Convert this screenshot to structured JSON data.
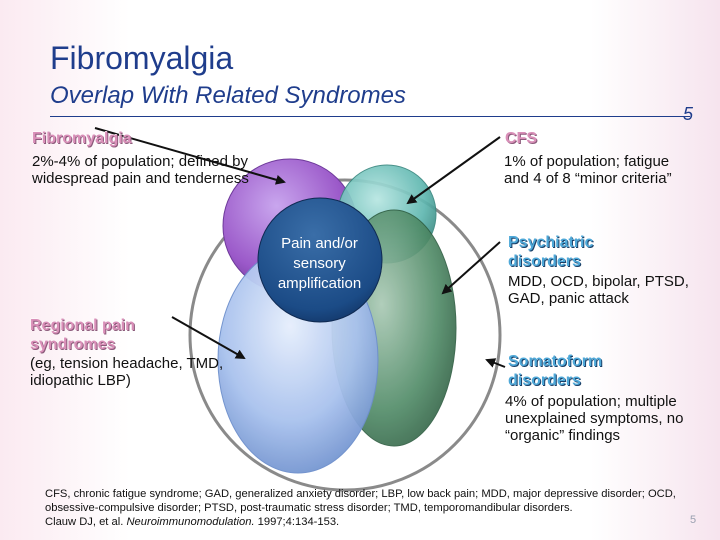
{
  "title": "Fibromyalgia",
  "subtitle": "Overlap With Related Syndromes",
  "slide_number": "5",
  "fibromyalgia": {
    "heading": "Fibromyalgia",
    "description": "2%-4% of population; defined by widespread pain and tenderness"
  },
  "cfs": {
    "heading": "CFS",
    "description": "1% of population; fatigue and 4 of 8 “minor criteria”"
  },
  "psychiatric": {
    "heading": "Psychiatric disorders",
    "description": "MDD, OCD, bipolar, PTSD, GAD, panic attack"
  },
  "regional": {
    "heading": "Regional pain syndromes",
    "description": "(eg, tension headache, TMD, idiopathic LBP)"
  },
  "somatoform": {
    "heading": "Somatoform disorders",
    "description": "4% of population; multiple unexplained symptoms, no “organic” findings"
  },
  "center_label": "Pain and/or sensory amplification",
  "footnote": {
    "abbreviations": "CFS, chronic fatigue syndrome; GAD, generalized anxiety disorder; LBP, low back pain; MDD, major depressive disorder; OCD, obsessive-compulsive disorder; PTSD, post-traumatic stress disorder; TMD, temporomandibular disorders.",
    "citation_authors": "Clauw DJ, et al.",
    "citation_journal": "Neuroimmunomodulation.",
    "citation_detail": "1997;4:134-153."
  },
  "colors": {
    "title": "#1f3d8c",
    "fibromyalgia_circle": "#9b59c9",
    "cfs_circle": "#5fb7b0",
    "psychiatric_circle": "#4f8a66",
    "regional_circle": "#8fb0e6",
    "center_circle": "#1b4b86",
    "heading_pink": "#d98fb8",
    "heading_blue": "#4ea8d8"
  }
}
